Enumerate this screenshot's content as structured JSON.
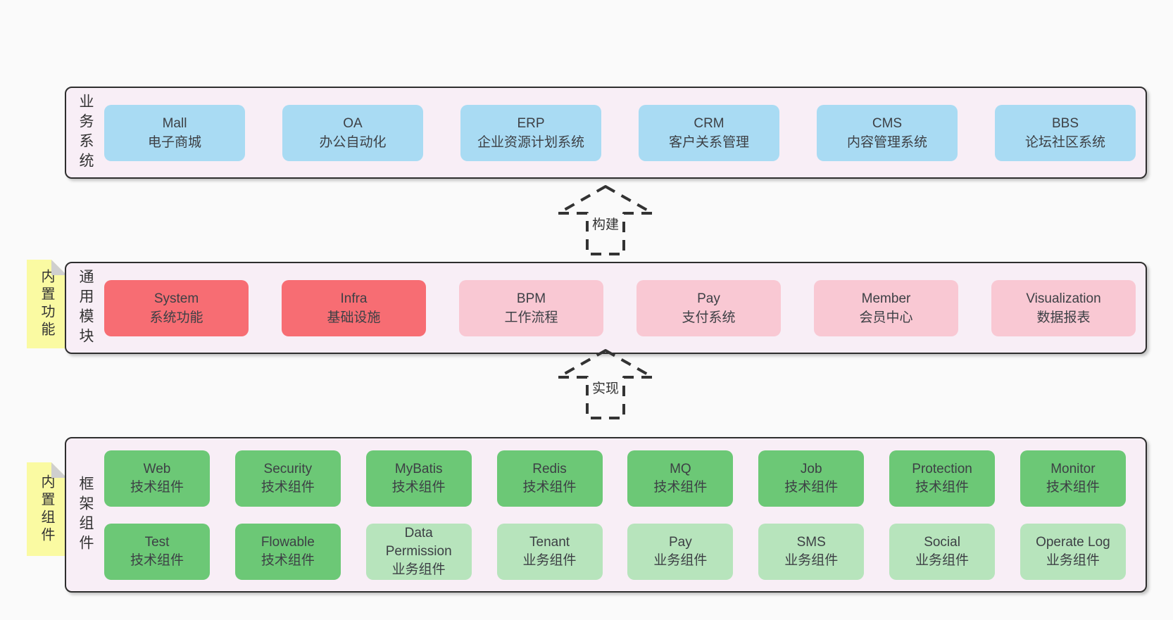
{
  "colors": {
    "page_bg": "#fafafa",
    "container_bg": "#f8eef6",
    "container_border": "#2e2e2e",
    "blue": "#a9dbf3",
    "red": "#f76d73",
    "pink": "#f9c8d3",
    "green_dark": "#6cc876",
    "green_light": "#b7e4bc",
    "sticky_yellow": "#fafaa2",
    "sticky_fold": "#cfcfcf",
    "text": "#3d4045"
  },
  "arrows": [
    {
      "label": "构建"
    },
    {
      "label": "实现"
    }
  ],
  "sections": [
    {
      "label": "业务系统",
      "boxes": [
        {
          "name": "Mall",
          "sub": "电子商城",
          "variant": "blue"
        },
        {
          "name": "OA",
          "sub": "办公自动化",
          "variant": "blue"
        },
        {
          "name": "ERP",
          "sub": "企业资源计划系统",
          "variant": "blue"
        },
        {
          "name": "CRM",
          "sub": "客户关系管理",
          "variant": "blue"
        },
        {
          "name": "CMS",
          "sub": "内容管理系统",
          "variant": "blue"
        },
        {
          "name": "BBS",
          "sub": "论坛社区系统",
          "variant": "blue"
        }
      ]
    },
    {
      "label": "通用模块",
      "sticky": "内置功能",
      "boxes": [
        {
          "name": "System",
          "sub": "系统功能",
          "variant": "red"
        },
        {
          "name": "Infra",
          "sub": "基础设施",
          "variant": "red"
        },
        {
          "name": "BPM",
          "sub": "工作流程",
          "variant": "pink"
        },
        {
          "name": "Pay",
          "sub": "支付系统",
          "variant": "pink"
        },
        {
          "name": "Member",
          "sub": "会员中心",
          "variant": "pink"
        },
        {
          "name": "Visualization",
          "sub": "数据报表",
          "variant": "pink"
        }
      ]
    },
    {
      "label": "框架组件",
      "sticky": "内置组件",
      "rows": [
        [
          {
            "name": "Web",
            "sub": "技术组件",
            "variant": "green_dark"
          },
          {
            "name": "Security",
            "sub": "技术组件",
            "variant": "green_dark"
          },
          {
            "name": "MyBatis",
            "sub": "技术组件",
            "variant": "green_dark"
          },
          {
            "name": "Redis",
            "sub": "技术组件",
            "variant": "green_dark"
          },
          {
            "name": "MQ",
            "sub": "技术组件",
            "variant": "green_dark"
          },
          {
            "name": "Job",
            "sub": "技术组件",
            "variant": "green_dark"
          },
          {
            "name": "Protection",
            "sub": "技术组件",
            "variant": "green_dark"
          },
          {
            "name": "Monitor",
            "sub": "技术组件",
            "variant": "green_dark"
          }
        ],
        [
          {
            "name": "Test",
            "sub": "技术组件",
            "variant": "green_dark"
          },
          {
            "name": "Flowable",
            "sub": "技术组件",
            "variant": "green_dark"
          },
          {
            "name": "Data Permission",
            "sub": "业务组件",
            "variant": "green_light"
          },
          {
            "name": "Tenant",
            "sub": "业务组件",
            "variant": "green_light"
          },
          {
            "name": "Pay",
            "sub": "业务组件",
            "variant": "green_light"
          },
          {
            "name": "SMS",
            "sub": "业务组件",
            "variant": "green_light"
          },
          {
            "name": "Social",
            "sub": "业务组件",
            "variant": "green_light"
          },
          {
            "name": "Operate Log",
            "sub": "业务组件",
            "variant": "green_light"
          }
        ]
      ]
    }
  ]
}
